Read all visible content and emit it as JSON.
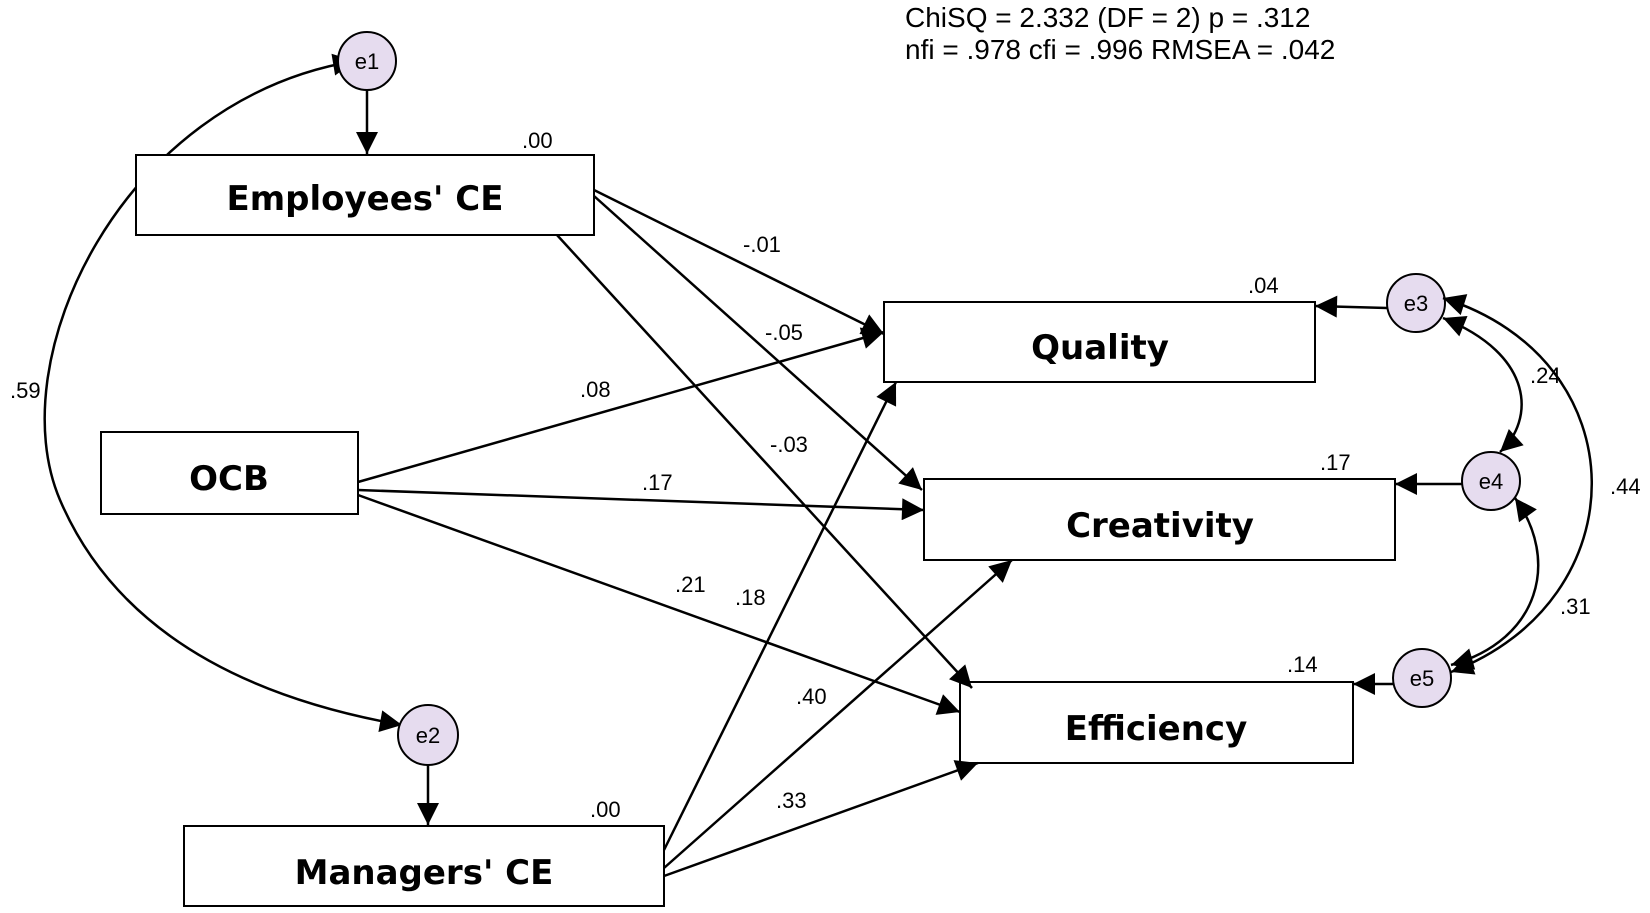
{
  "fit_stats": {
    "line1": "ChiSQ = 2.332  (DF = 2)  p = .312",
    "line2": "nfi = .978  cfi = .996   RMSEA = .042"
  },
  "variables": {
    "employees_ce": {
      "label": "Employees' CE",
      "r2": ".00"
    },
    "ocb": {
      "label": "OCB"
    },
    "managers_ce": {
      "label": "Managers' CE",
      "r2": ".00"
    },
    "quality": {
      "label": "Quality",
      "r2": ".04"
    },
    "creativity": {
      "label": "Creativity",
      "r2": ".17"
    },
    "efficiency": {
      "label": "Efficiency",
      "r2": ".14"
    }
  },
  "errors": {
    "e1": "e1",
    "e2": "e2",
    "e3": "e3",
    "e4": "e4",
    "e5": "e5"
  },
  "paths": {
    "emp_quality": "-.01",
    "emp_creativity": "-.05",
    "emp_efficiency": "-.03",
    "ocb_quality": ".08",
    "ocb_creativity": ".17",
    "ocb_efficiency": ".21",
    "mgr_quality": ".18",
    "mgr_creativity": ".40",
    "mgr_efficiency": ".33"
  },
  "covariances": {
    "e1_e2": ".59",
    "e3_e4": ".24",
    "e3_e5": ".44",
    "e4_e5": ".31"
  },
  "colors": {
    "error_fill": "#e6dcef"
  }
}
